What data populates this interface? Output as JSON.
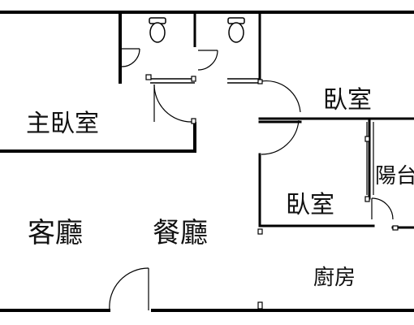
{
  "rooms": {
    "master_bedroom": "主臥室",
    "bedroom_upper": "臥室",
    "bedroom_lower": "臥室",
    "balcony": "陽台",
    "living_room": "客廳",
    "dining_room": "餐廳",
    "kitchen": "廚房"
  },
  "colors": {
    "wall": "#000000",
    "background": "#ffffff",
    "text": "#111111"
  }
}
